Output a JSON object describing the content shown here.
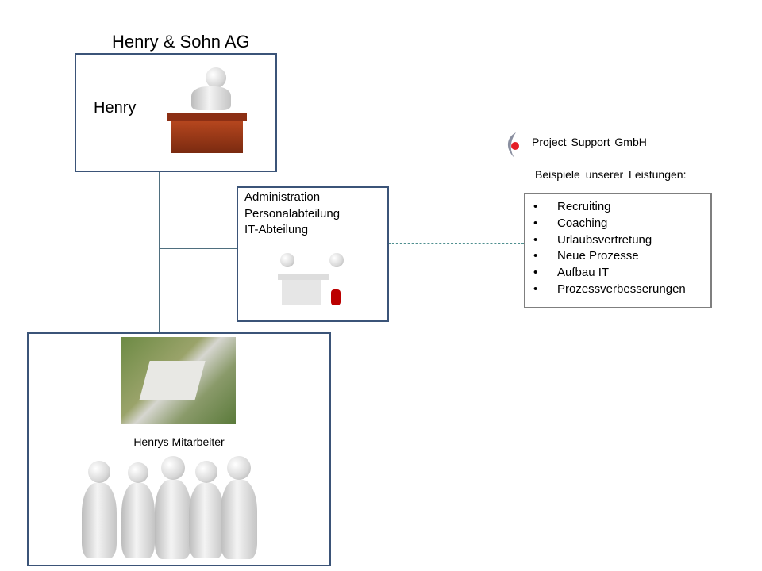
{
  "title": "Henry & Sohn AG",
  "boss": {
    "label": "Henry"
  },
  "admin": {
    "lines": [
      "Administration",
      "Personalabteilung",
      "IT-Abteilung"
    ]
  },
  "staff": {
    "label": "Henrys Mitarbeiter"
  },
  "provider": {
    "name": "Project Support GmbH",
    "subtitle": "Beispiele unserer Leistungen:",
    "services": [
      "Recruiting",
      "Coaching",
      "Urlaubsvertretung",
      "Neue Prozesse",
      "Aufbau IT",
      "Prozessverbesserungen"
    ],
    "logo_color": "#e41e26"
  },
  "colors": {
    "box_border": "#3b5478",
    "services_border": "#7f7f7f",
    "connector": "#4f6f7f"
  }
}
